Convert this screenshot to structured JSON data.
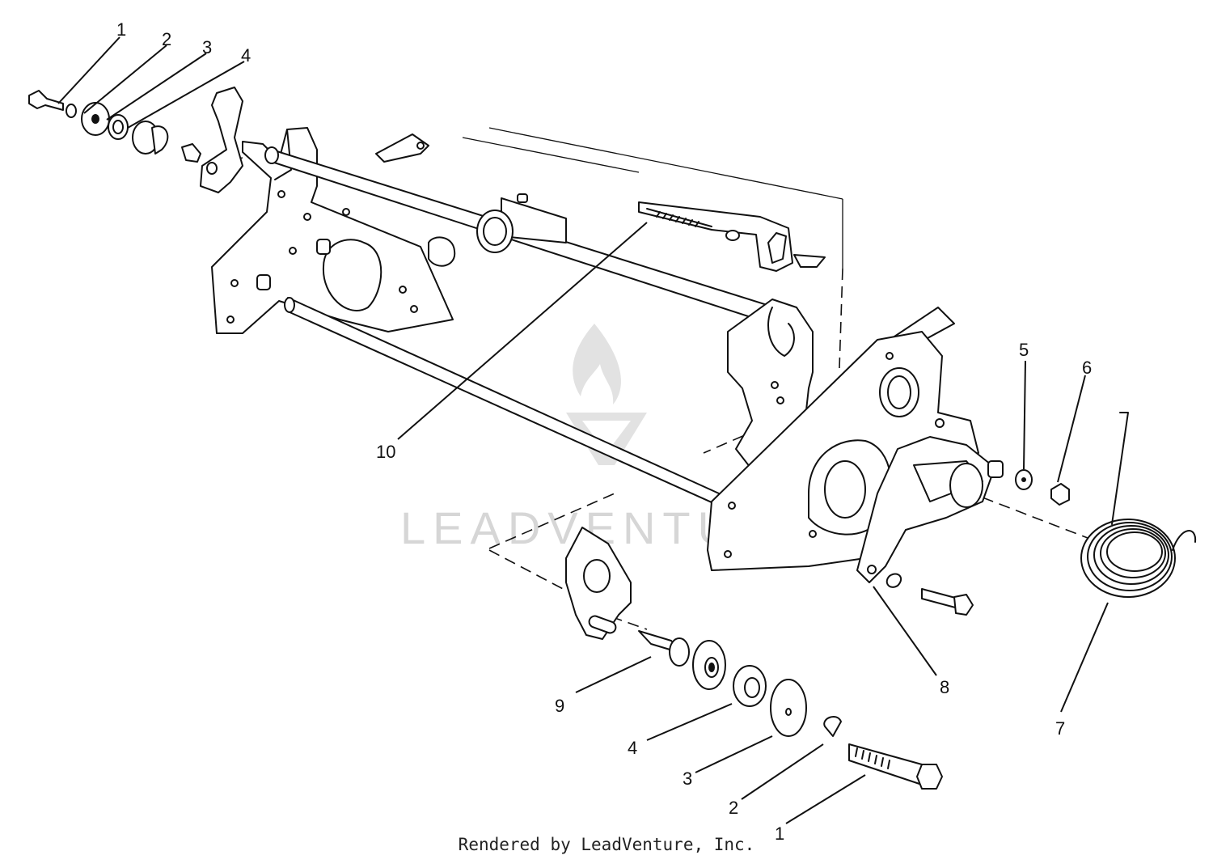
{
  "callouts": [
    {
      "label": "1"
    },
    {
      "label": "2"
    },
    {
      "label": "3"
    },
    {
      "label": "4"
    },
    {
      "label": "10"
    },
    {
      "label": "5"
    },
    {
      "label": "6"
    },
    {
      "label": "8"
    },
    {
      "label": "7"
    },
    {
      "label": "9"
    },
    {
      "label": "4"
    },
    {
      "label": "3"
    },
    {
      "label": "2"
    },
    {
      "label": "1"
    }
  ],
  "watermark": {
    "text": "LEADVENTURE"
  },
  "footer": {
    "text": "Rendered by LeadVenture, Inc."
  }
}
